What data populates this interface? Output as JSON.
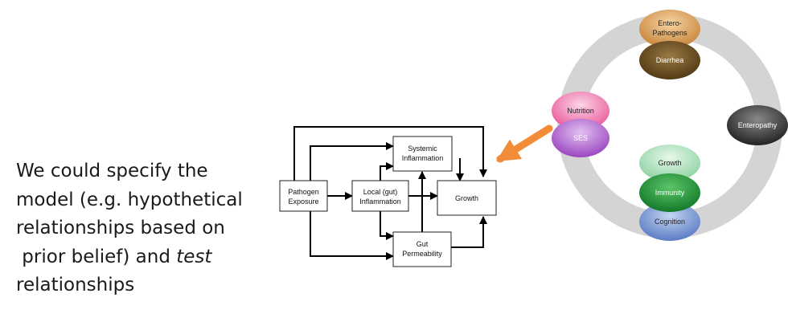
{
  "text_block": {
    "line1": "We could specify the",
    "line2": "model (e.g. hypothetical",
    "line3": "relationships based on",
    "line4": " prior belief) and ",
    "line4_italic": "test",
    "line5": "relationships"
  },
  "diagram": {
    "pathogen_exposure": [
      "Pathogen",
      "Exposure"
    ],
    "systemic_inflammation": [
      "Systemic",
      "Inflammation"
    ],
    "local_inflammation": [
      "Local (gut)",
      "Inflammation"
    ],
    "growth": "Growth",
    "gut_permeability": [
      "Gut",
      "Permeability"
    ]
  },
  "ring": {
    "ring_color": "#d4d4d4",
    "arrow_color": "#f28c38",
    "items": {
      "entero_pathogens": [
        "Entero-",
        "Pathogens"
      ],
      "diarrhea": "Diarrhea",
      "nutrition": "Nutrition",
      "ses": "SES",
      "enteropathy": "Enteropathy",
      "growth": "Growth",
      "immunity": "Immunity",
      "cognition": "Cognition"
    }
  }
}
